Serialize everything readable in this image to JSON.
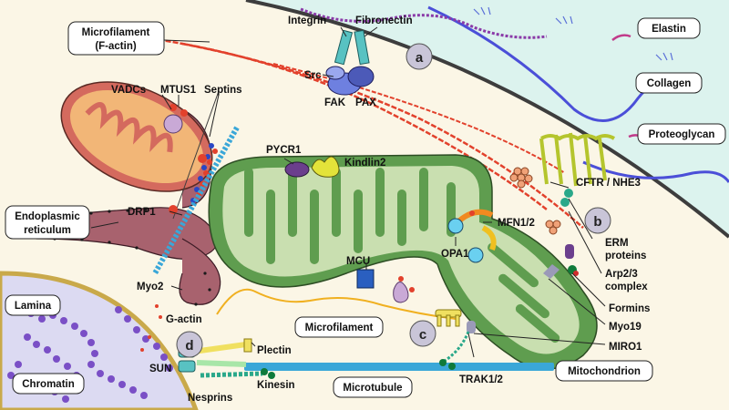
{
  "labels": {
    "microfilament_factin_1": "Microfilament",
    "microfilament_factin_2": "(F-actin)",
    "integrin": "Integrin",
    "fibronectin": "Fibronectin",
    "src": "Src",
    "fak": "FAK",
    "pax": "PAX",
    "vadcs": "VADCs",
    "mtus1": "MTUS1",
    "septins": "Septins",
    "elastin": "Elastin",
    "collagen": "Collagen",
    "proteoglycan": "Proteoglycan",
    "pycr1": "PYCR1",
    "kindlin2": "Kindlin2",
    "cftr_nhe3": "CFTR / NHE3",
    "er_1": "Endoplasmic",
    "er_2": "reticulum",
    "drp1": "DRP1",
    "mfn12": "MFN1/2",
    "opa1": "OPA1",
    "erm_1": "ERM",
    "erm_2": "proteins",
    "arp23_1": "Arp2/3",
    "arp23_2": "complex",
    "formins": "Formins",
    "myo19": "Myo19",
    "miro1": "MIRO1",
    "mcu": "MCU",
    "myo2": "Myo2",
    "lamina": "Lamina",
    "g_actin": "G-actin",
    "microfilament": "Microfilament",
    "plectin": "Plectin",
    "sun": "SUN",
    "chromatin": "Chromatin",
    "nesprins": "Nesprins",
    "kinesin": "Kinesin",
    "microtubule": "Microtubule",
    "trak12": "TRAK1/2",
    "mitochondrion": "Mitochondrion"
  },
  "markers": {
    "a": "a",
    "b": "b",
    "c": "c",
    "d": "d"
  },
  "colors": {
    "cytoplasm": "#fbf6e6",
    "ecm": "#dcf3ee",
    "mito_outer": "#5f9d4f",
    "mito_inner": "#c9dfb0",
    "mito_red": "#d46a5e",
    "er": "#a8626e",
    "actin": "#e2412c",
    "microtubule": "#3aa7d8",
    "nucleus": "#dcdaf2",
    "chromatin": "#7a4fc6",
    "marker": "#c9c5d8"
  }
}
